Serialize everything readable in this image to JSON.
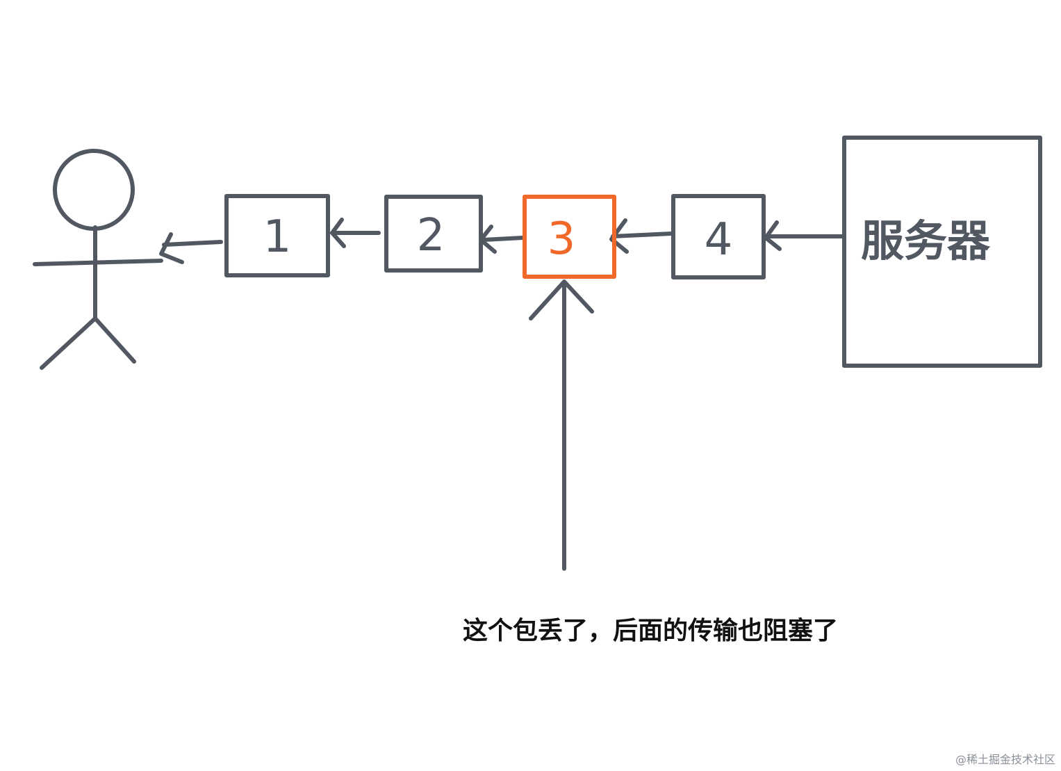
{
  "packets": [
    {
      "label": "1",
      "lost": false
    },
    {
      "label": "2",
      "lost": false
    },
    {
      "label": "3",
      "lost": true
    },
    {
      "label": "4",
      "lost": false
    }
  ],
  "server": {
    "label": "服务器"
  },
  "caption": "这个包丢了，后面的传输也阻塞了",
  "watermark": "@稀土掘金技术社区",
  "colors": {
    "stroke": "#515861",
    "lost": "#f0692a",
    "background": "#ffffff"
  }
}
